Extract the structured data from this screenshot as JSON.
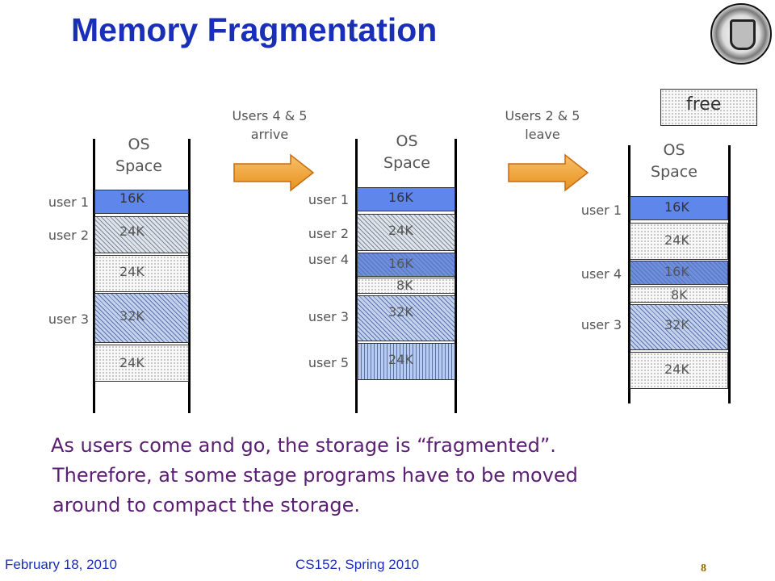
{
  "title": "Memory Fragmentation",
  "legend": {
    "free_label": "free"
  },
  "arrows": [
    {
      "label_line1": "Users 4 & 5",
      "label_line2": "arrive"
    },
    {
      "label_line1": "Users 2 & 5",
      "label_line2": "leave"
    }
  ],
  "stages": [
    {
      "os_line1": "OS",
      "os_line2": "Space",
      "users": [
        "user 1",
        "user 2",
        "user 3"
      ],
      "blocks": [
        "16K",
        "24K",
        "24K",
        "32K",
        "24K"
      ]
    },
    {
      "os_line1": "OS",
      "os_line2": "Space",
      "users": [
        "user 1",
        "user 2",
        "user 4",
        "user 3",
        "user 5"
      ],
      "blocks": [
        "16K",
        "24K",
        "16K",
        "8K",
        "32K",
        "24K"
      ]
    },
    {
      "os_line1": "OS",
      "os_line2": "Space",
      "users": [
        "user 1",
        "user 4",
        "user 3"
      ],
      "blocks": [
        "16K",
        "24K",
        "16K",
        "8K",
        "32K",
        "24K"
      ]
    }
  ],
  "description": {
    "line1": "As users come and go, the storage is “fragmented”.",
    "line2": "Therefore, at some stage programs have to be moved",
    "line3": "around to compact the storage."
  },
  "footer": {
    "date": "February 18, 2010",
    "course": "CS152, Spring 2010",
    "page": "8"
  }
}
